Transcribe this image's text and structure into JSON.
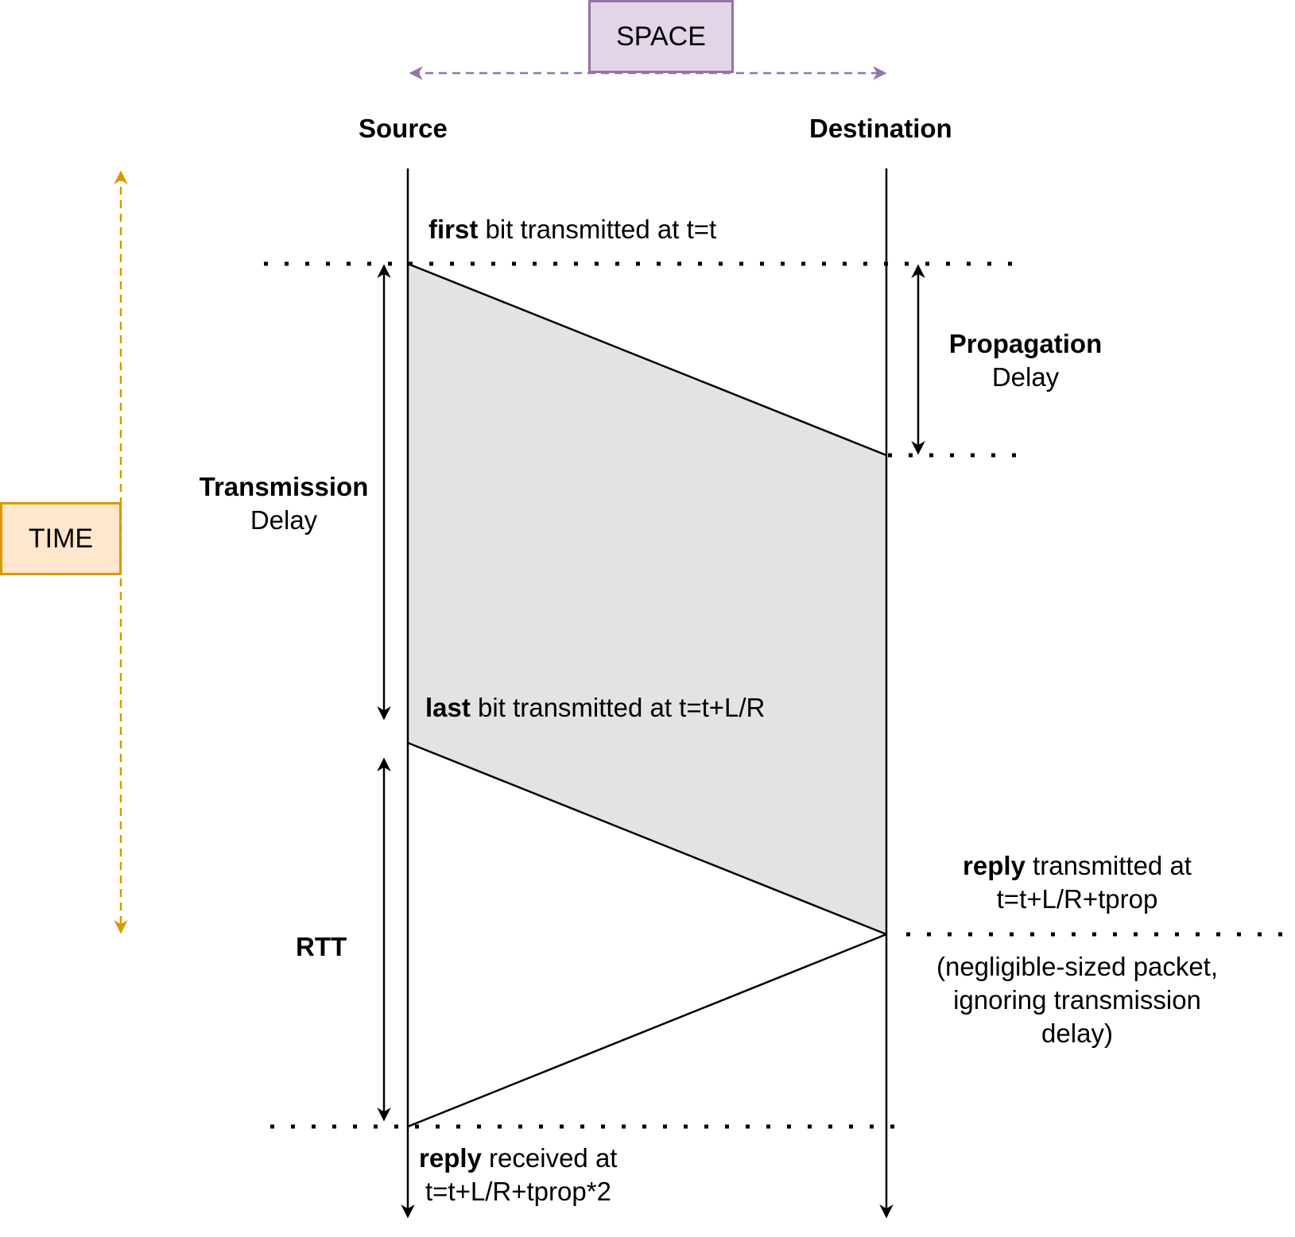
{
  "space": {
    "label": "SPACE",
    "color": "#9673a6",
    "fill": "#e1d5e7"
  },
  "time": {
    "label": "TIME",
    "color": "#d79b00",
    "fill": "#ffe6cc"
  },
  "nodes": {
    "source": "Source",
    "destination": "Destination"
  },
  "events": {
    "first_bit": {
      "bold": "first",
      "rest": " bit transmitted at t=t"
    },
    "last_bit": {
      "bold": "last",
      "rest": " bit transmitted at t=t+L/R"
    },
    "reply_sent": {
      "bold": "reply",
      "rest": " transmitted at",
      "line2": "t=t+L/R+tprop"
    },
    "reply_note": {
      "line1": "(negligible-sized packet,",
      "line2": "ignoring transmission",
      "line3": "delay)"
    },
    "reply_received": {
      "bold": "reply",
      "rest": " received at",
      "line2": "t=t+L/R+tprop*2"
    }
  },
  "intervals": {
    "propagation": {
      "title": "Propagation",
      "sub": "Delay"
    },
    "transmission": {
      "title": "Transmission",
      "sub": "Delay"
    },
    "rtt": {
      "title": "RTT"
    }
  },
  "colors": {
    "packet_fill": "#e3e3e3",
    "line": "#000000"
  }
}
